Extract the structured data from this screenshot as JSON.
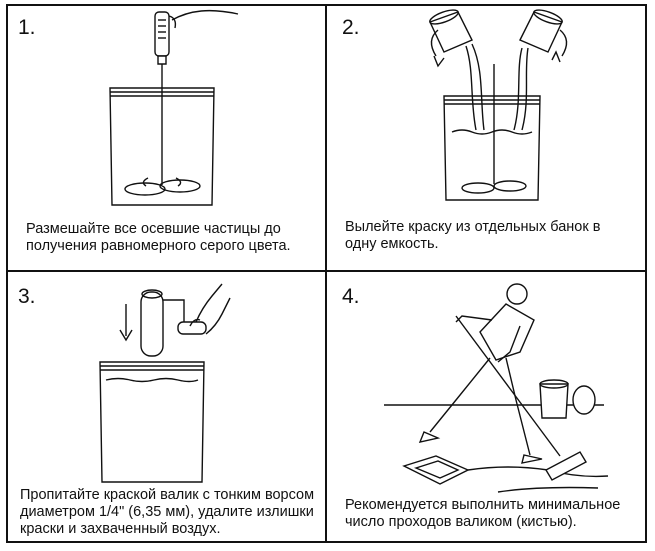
{
  "panels": [
    {
      "number": "1.",
      "caption": "Размешайте все осевшие частицы до\nполучения равномерного серого цвета."
    },
    {
      "number": "2.",
      "caption": "Вылейте краску из отдельных банок в\nодну емкость."
    },
    {
      "number": "3.",
      "caption": "Пропитайте краской валик с тонким ворсом\nдиаметром 1/4\" (6,35 мм), удалите излишки\nкраски и захваченный воздух."
    },
    {
      "number": "4.",
      "caption": "Рекомендуется выполнить минимальное\nчисло проходов валиком (кистью)."
    }
  ],
  "colors": {
    "line": "#111111",
    "background": "#ffffff"
  }
}
